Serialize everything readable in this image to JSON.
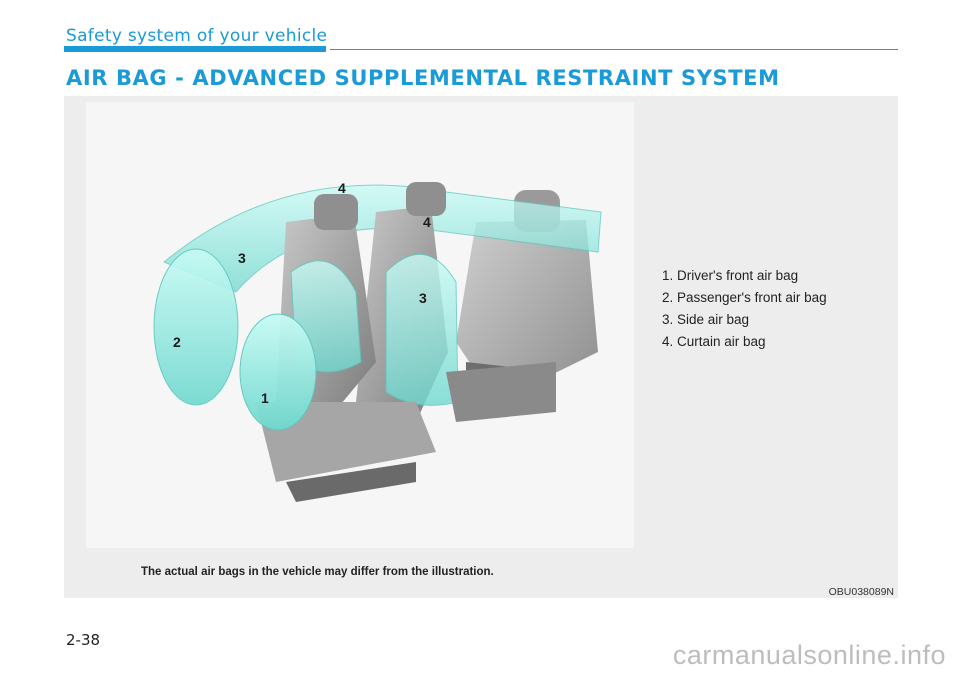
{
  "header": {
    "section_title": "Safety system of your vehicle",
    "page_heading": "AIR BAG - ADVANCED SUPPLEMENTAL RESTRAINT SYSTEM"
  },
  "figure": {
    "callouts": [
      "4",
      "4",
      "3",
      "3",
      "2",
      "1"
    ],
    "legend": [
      "1. Driver's front air bag",
      "2. Passenger's front air bag",
      "3. Side air bag",
      "4. Curtain air bag"
    ],
    "caption": "The actual air bags in the vehicle may differ from the illustration.",
    "code": "OBU038089N"
  },
  "footer": {
    "page_number": "2-38",
    "watermark": "carmanualsonline.info"
  },
  "colors": {
    "accent": "#1a9ad6",
    "airbag": "#7fe6dc"
  }
}
